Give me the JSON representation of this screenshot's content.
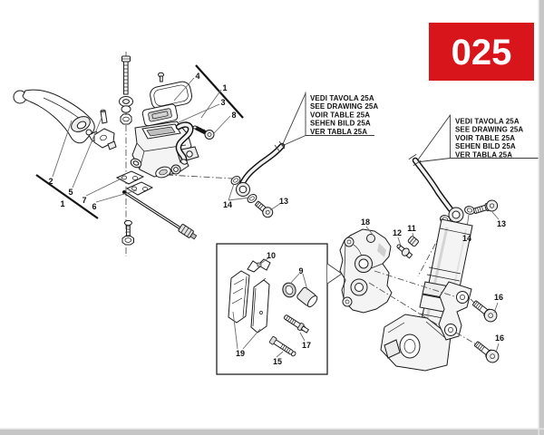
{
  "badge": {
    "text": "025",
    "bg": "#d9151c",
    "fg": "#ffffff"
  },
  "callout": {
    "lines": [
      "VEDI TAVOLA 25A",
      "SEE DRAWING 25A",
      "VOIR TABLE 25A",
      "SEHEN BILD 25A",
      "VER TABLA 25A"
    ]
  },
  "part_labels": [
    {
      "n": "2"
    },
    {
      "n": "5"
    },
    {
      "n": "1"
    },
    {
      "n": "7"
    },
    {
      "n": "6"
    },
    {
      "n": "4"
    },
    {
      "n": "1"
    },
    {
      "n": "3"
    },
    {
      "n": "8"
    },
    {
      "n": "14"
    },
    {
      "n": "13"
    },
    {
      "n": "10"
    },
    {
      "n": "9"
    },
    {
      "n": "19"
    },
    {
      "n": "17"
    },
    {
      "n": "15"
    },
    {
      "n": "18"
    },
    {
      "n": "12"
    },
    {
      "n": "11"
    },
    {
      "n": "14"
    },
    {
      "n": "13"
    },
    {
      "n": "16"
    },
    {
      "n": "16"
    }
  ],
  "colors": {
    "line": "#1c1c1c",
    "page_edge": "#c6c6c6",
    "leader": "#6b6b6b"
  }
}
